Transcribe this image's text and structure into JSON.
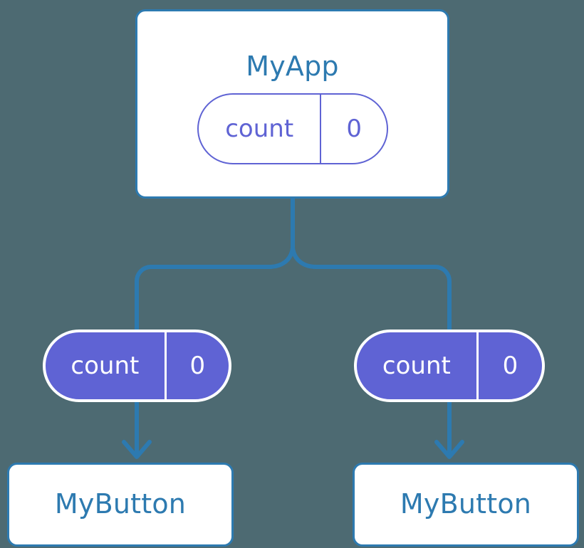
{
  "diagram": {
    "title": "MyApp component tree with shared count state",
    "colors": {
      "background": "#4d6a72",
      "card_border": "#2d7ab0",
      "card_fill": "#ffffff",
      "title_text": "#2d7ab0",
      "state_accent": "#5f63d4",
      "connector": "#2d7ab0",
      "pill_text_on_fill": "#ffffff"
    }
  },
  "root": {
    "name": "MyApp",
    "state": {
      "key": "count",
      "value": "0"
    }
  },
  "children": [
    {
      "state": {
        "key": "count",
        "value": "0"
      },
      "name": "MyButton"
    },
    {
      "state": {
        "key": "count",
        "value": "0"
      },
      "name": "MyButton"
    }
  ],
  "connectors": {
    "root_to_fork": "vertical stem from MyApp bottom to fork junction",
    "fork_left": "curved branch to left child state pill",
    "fork_right": "curved branch to right child state pill",
    "left_state_to_button": "arrow from left count pill down to left MyButton",
    "right_state_to_button": "arrow from right count pill down to right MyButton"
  }
}
